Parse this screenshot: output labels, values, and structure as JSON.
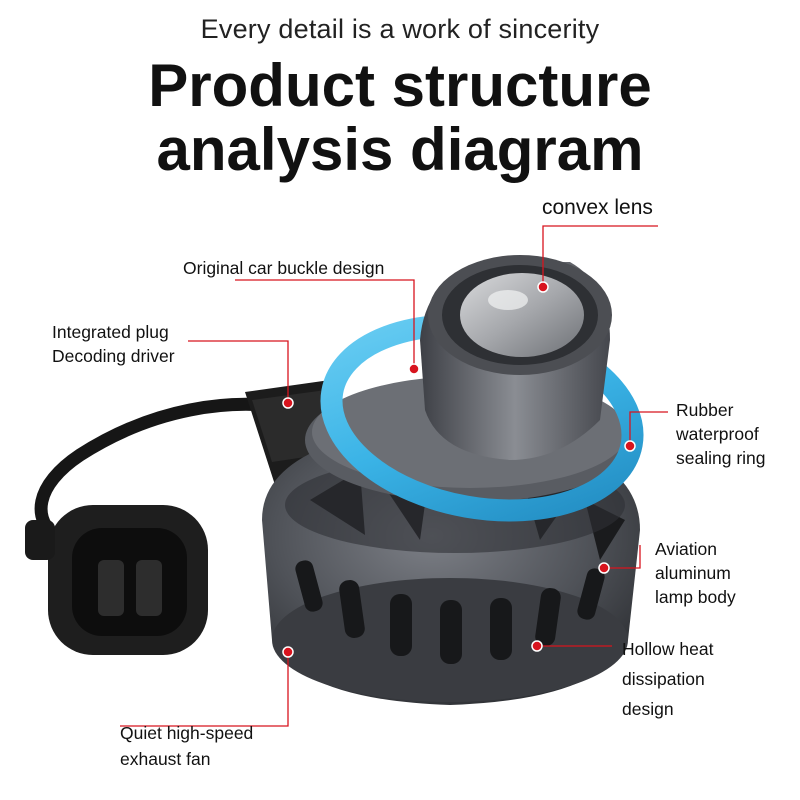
{
  "subtitle": "Every detail is a work of sincerity",
  "title": {
    "line1": "Product structure",
    "line2": "analysis diagram"
  },
  "callouts": {
    "convex_lens": [
      "convex lens"
    ],
    "buckle": [
      "Original car buckle design"
    ],
    "plug": [
      "Integrated plug",
      "Decoding driver"
    ],
    "ring": [
      "Rubber",
      "waterproof",
      "sealing ring"
    ],
    "body": [
      "Aviation",
      "aluminum",
      "lamp body"
    ],
    "heat": [
      "Hollow heat",
      "dissipation",
      "design"
    ],
    "fan": [
      "Quiet high-speed",
      "exhaust fan"
    ]
  },
  "colors": {
    "callout_red": "#d8141e",
    "ring_blue": "#3ab3e6",
    "body_gray": "#55585e",
    "cable_black": "#161616"
  }
}
